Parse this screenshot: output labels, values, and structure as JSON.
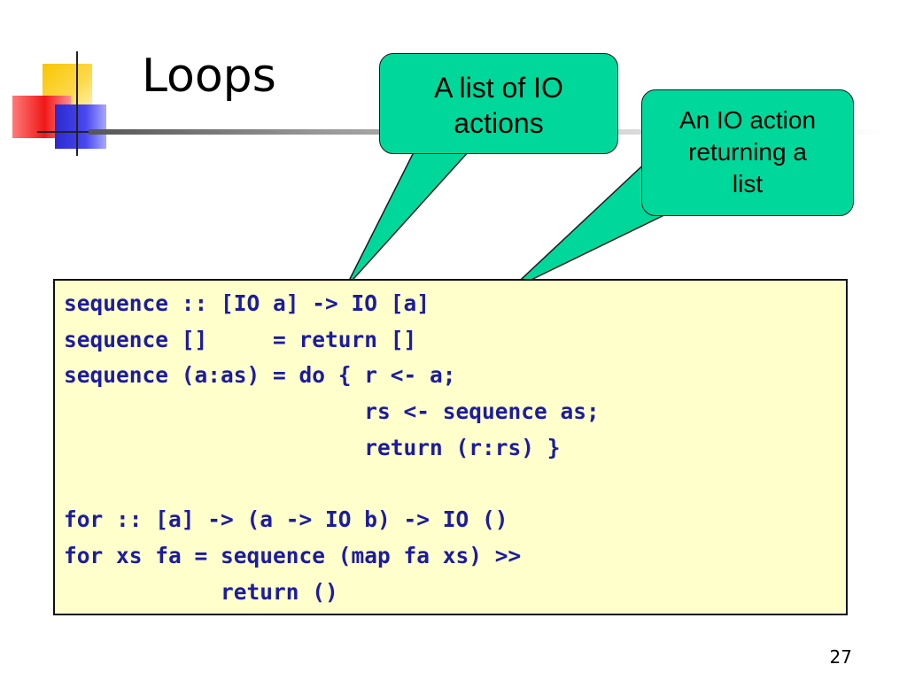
{
  "slide": {
    "title": "Loops",
    "page_number": "27"
  },
  "callouts": {
    "list_of_io_actions": {
      "line1": "A list of IO",
      "line2": "actions"
    },
    "io_action_returning_list": {
      "line1": "An IO action",
      "line2": "returning a",
      "line3": "list"
    }
  },
  "code": {
    "lines": [
      "sequence :: [IO a] -> IO [a]",
      "sequence []     = return []",
      "sequence (a:as) = do { r <- a;",
      "                       rs <- sequence as;",
      "                       return (r:rs) }",
      "",
      "for :: [a] -> (a -> IO b) -> IO ()",
      "for xs fa = sequence (map fa xs) >>",
      "            return ()"
    ]
  },
  "colors": {
    "callout_fill": "#00d89b",
    "code_background": "#ffffcc",
    "code_text": "#1c1c9e"
  }
}
